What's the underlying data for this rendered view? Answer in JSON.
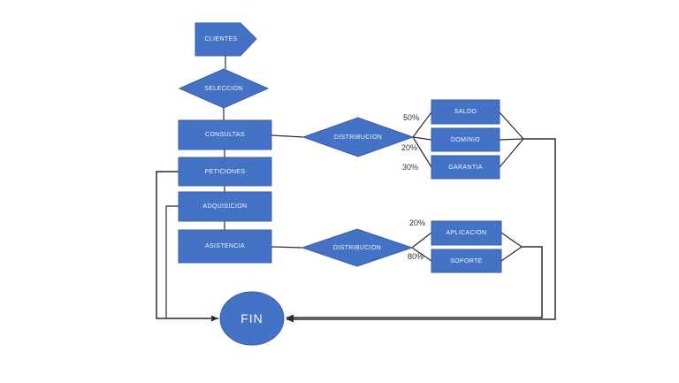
{
  "diagram": {
    "colors": {
      "node_fill": "#4472C4",
      "node_border": "#3A5DA8",
      "connector": "#2b2b2b",
      "node_text": "#f2f6fc",
      "annotation_text": "#333333",
      "canvas_bg": "#ffffff"
    },
    "nodes": {
      "clientes": {
        "label": "CLIENTES",
        "shape": "pentagon-arrow"
      },
      "seleccion": {
        "label": "SELECCIÓN",
        "shape": "diamond"
      },
      "consultas": {
        "label": "CONSULTAS",
        "shape": "rect"
      },
      "peticiones": {
        "label": "PETICIONES",
        "shape": "rect"
      },
      "adquisicion": {
        "label": "ADQUISICION",
        "shape": "rect"
      },
      "asistencia": {
        "label": "ASISTENCIA",
        "shape": "rect"
      },
      "distribucion1": {
        "label": "DISTRIBUCION",
        "shape": "diamond"
      },
      "distribucion2": {
        "label": "DISTRIBUCION",
        "shape": "diamond"
      },
      "saldo": {
        "label": "SALDO",
        "shape": "rect"
      },
      "dominio": {
        "label": "DOMINIO",
        "shape": "rect"
      },
      "garantia": {
        "label": "GARANTIA",
        "shape": "rect"
      },
      "aplicacion": {
        "label": "APLICACION",
        "shape": "rect"
      },
      "soporte": {
        "label": "SOPORTE",
        "shape": "rect"
      },
      "fin": {
        "label": "FIN",
        "shape": "ellipse"
      }
    },
    "percent_labels": {
      "saldo": "50%",
      "dominio": "20%",
      "garantia": "30%",
      "aplicacion": "20%",
      "soporte": "80%"
    },
    "connections": [
      {
        "from": "CLIENTES",
        "to": "SELECCIÓN"
      },
      {
        "from": "SELECCIÓN",
        "to": "CONSULTAS"
      },
      {
        "from": "CONSULTAS",
        "to": "PETICIONES"
      },
      {
        "from": "PETICIONES",
        "to": "ADQUISICION"
      },
      {
        "from": "ADQUISICION",
        "to": "ASISTENCIA"
      },
      {
        "from": "CONSULTAS",
        "to": "DISTRIBUCION"
      },
      {
        "from": "DISTRIBUCION",
        "to": "SALDO",
        "percent": "50%"
      },
      {
        "from": "DISTRIBUCION",
        "to": "DOMINIO",
        "percent": "20%"
      },
      {
        "from": "DISTRIBUCION",
        "to": "GARANTIA",
        "percent": "30%"
      },
      {
        "from": "ASISTENCIA",
        "to": "DISTRIBUCION"
      },
      {
        "from": "DISTRIBUCION",
        "to": "APLICACION",
        "percent": "20%"
      },
      {
        "from": "DISTRIBUCION",
        "to": "SOPORTE",
        "percent": "80%"
      },
      {
        "from": "PETICIONES",
        "to": "FIN"
      },
      {
        "from": "ADQUISICION",
        "to": "FIN"
      },
      {
        "from": "SALDO,DOMINIO,GARANTIA",
        "to": "FIN"
      },
      {
        "from": "APLICACION,SOPORTE",
        "to": "FIN"
      }
    ]
  }
}
